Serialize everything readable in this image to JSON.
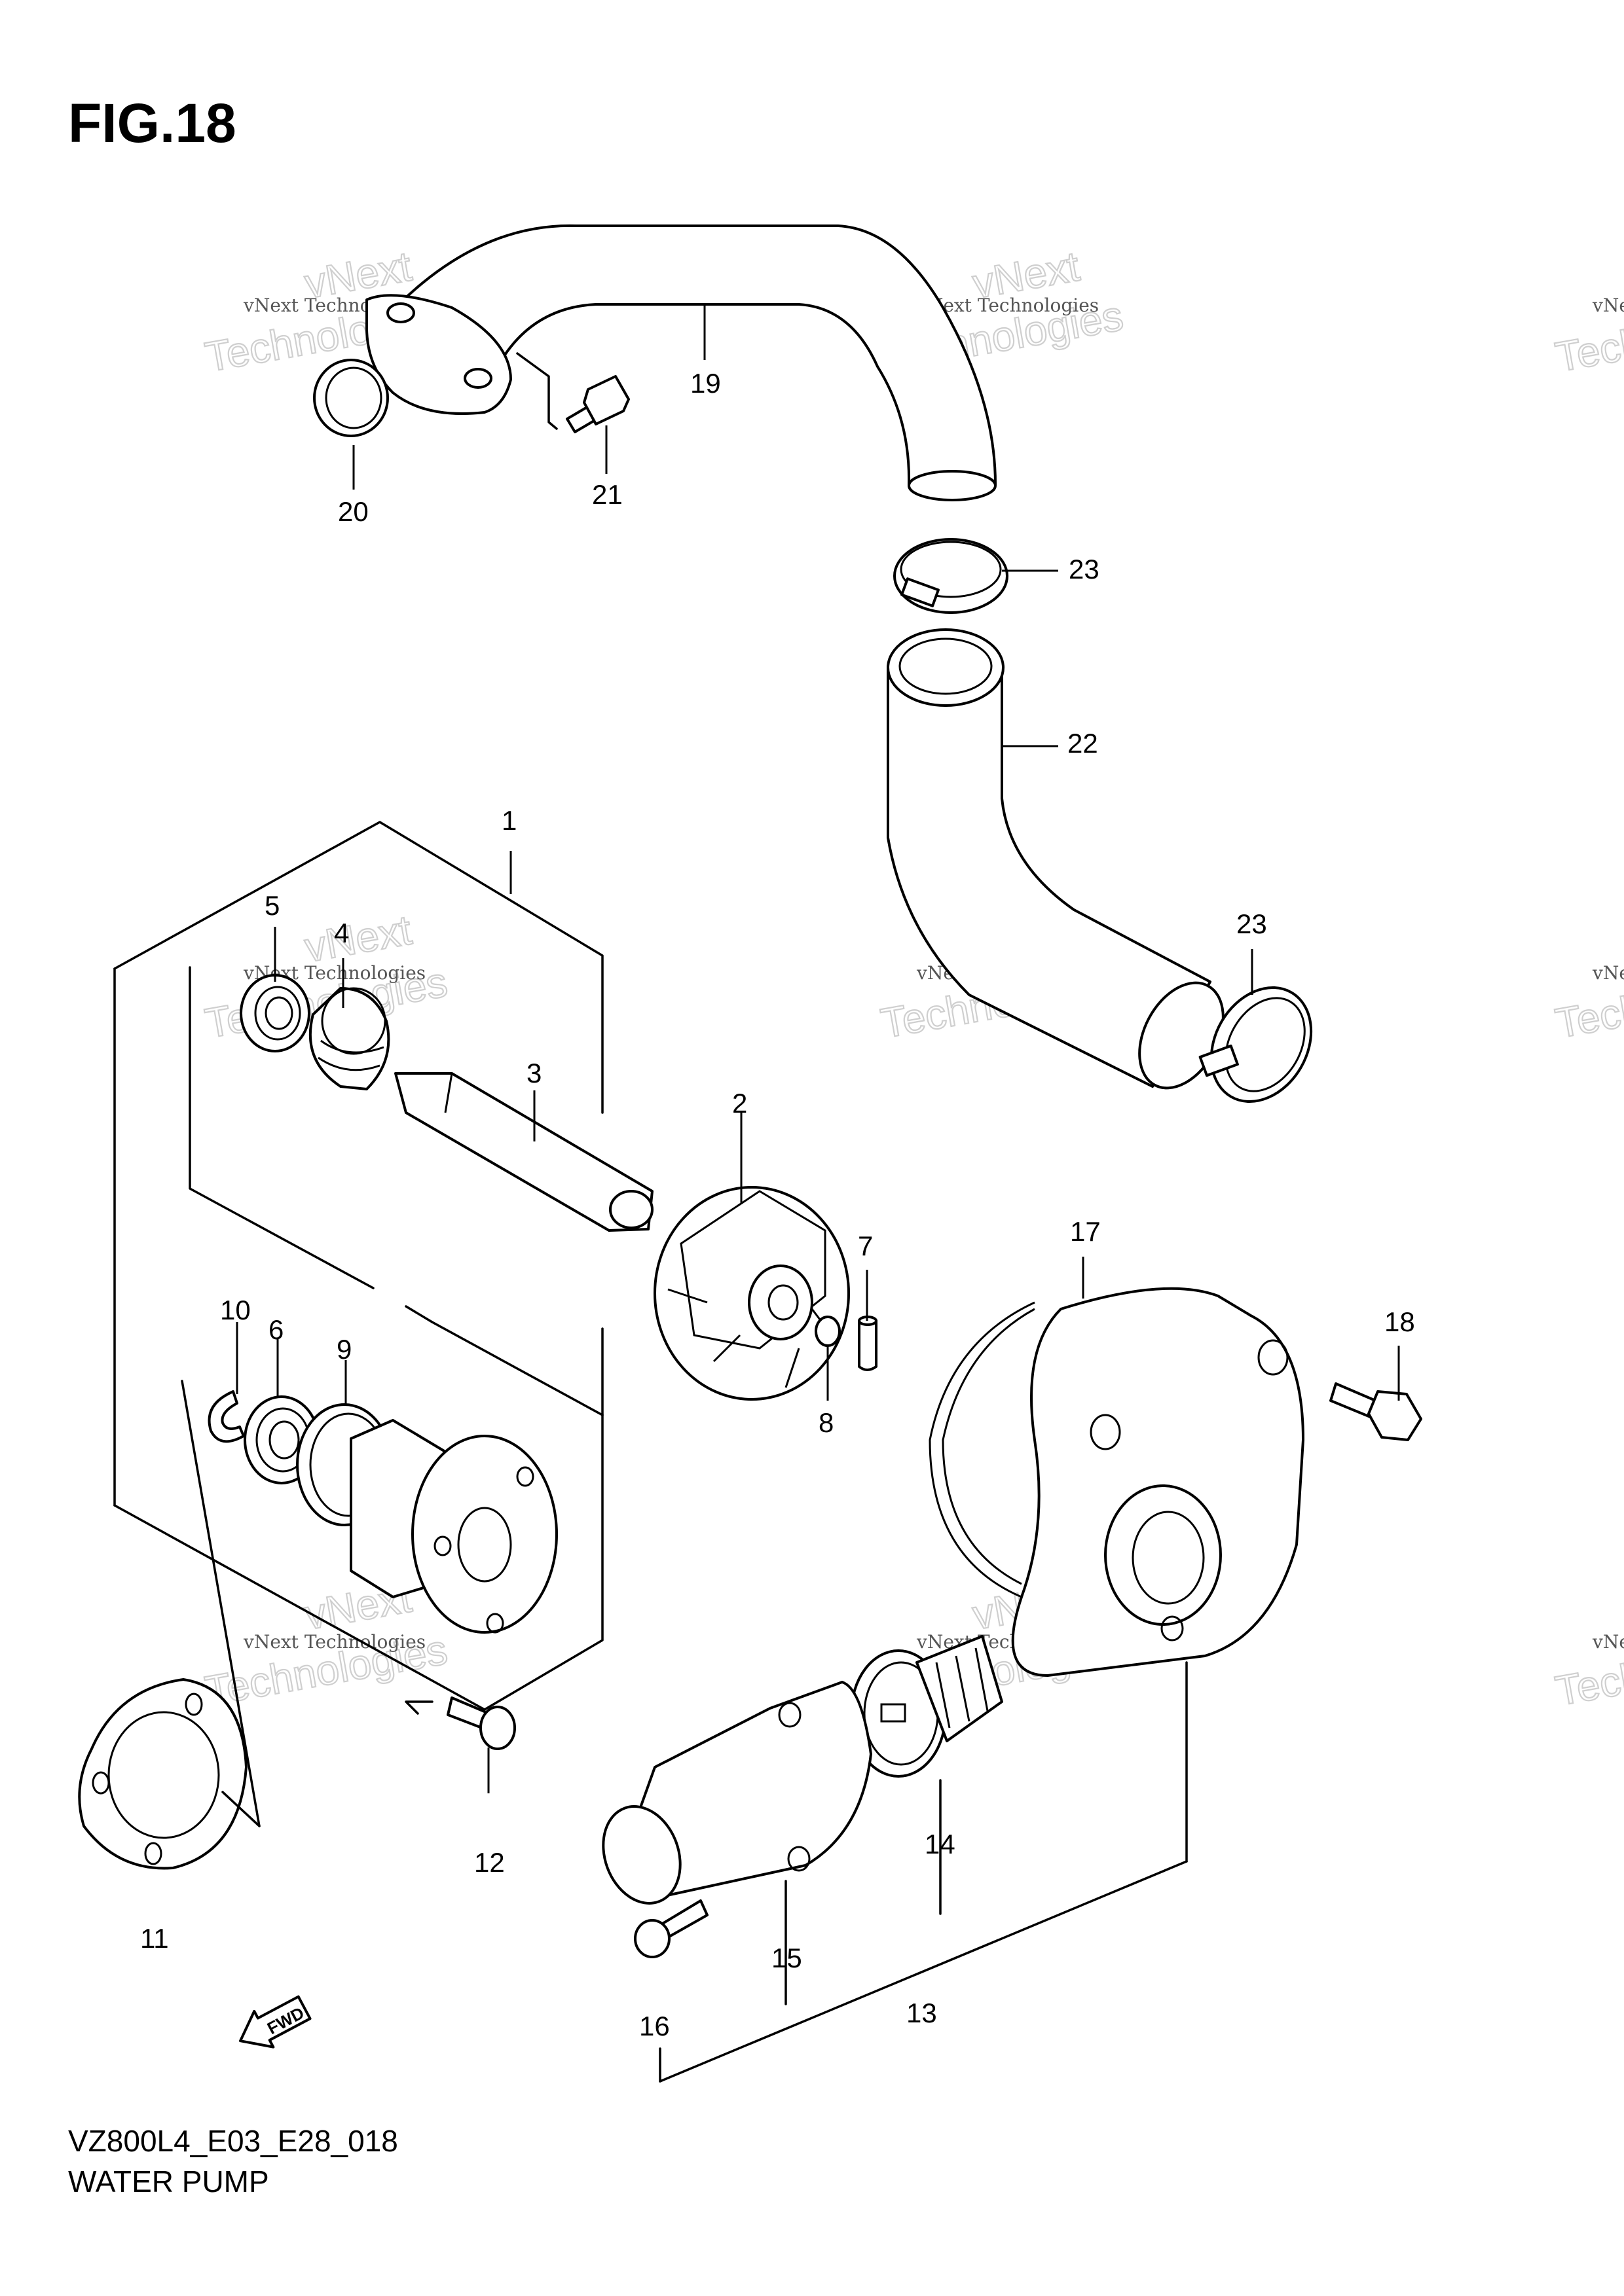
{
  "figure": {
    "title": "FIG.18",
    "code": "VZ800L4_E03_E28_018",
    "name": "WATER PUMP"
  },
  "watermark": {
    "brand": "vNext",
    "line1": "vNext Technologies",
    "line2": "Technologies"
  },
  "fwd_label": "FWD",
  "callouts": [
    "1",
    "2",
    "3",
    "4",
    "5",
    "6",
    "7",
    "8",
    "9",
    "10",
    "11",
    "12",
    "13",
    "14",
    "15",
    "16",
    "17",
    "18",
    "19",
    "20",
    "21",
    "22",
    "23",
    "23"
  ]
}
